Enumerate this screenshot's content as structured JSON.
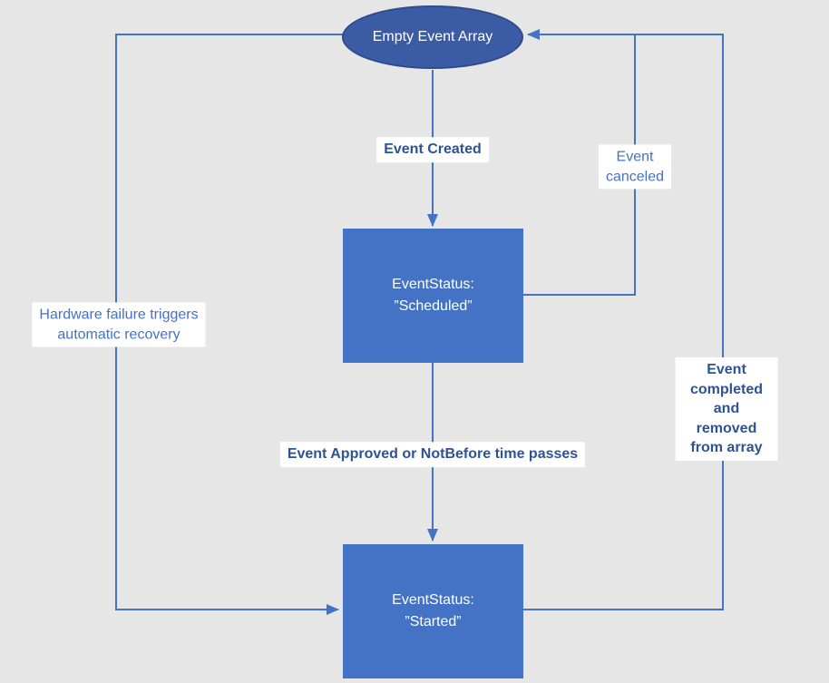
{
  "diagram": {
    "background_color": "#e7e6e6",
    "accent_color": "#4472c4",
    "dark_accent_color": "#2e5395",
    "ellipse_fill_color": "#3b5ba5",
    "ellipse_border_color": "#2f4b8c",
    "connector_color": "#4472c4"
  },
  "nodes": {
    "empty_array": {
      "label": "Empty Event Array"
    },
    "scheduled": {
      "label": "EventStatus:\n”Scheduled”"
    },
    "started": {
      "label": "EventStatus:\n”Started”"
    }
  },
  "edges": {
    "event_created": {
      "label": "Event Created"
    },
    "event_canceled": {
      "label": "Event\ncanceled"
    },
    "hardware_failure": {
      "label": "Hardware failure triggers\nautomatic recovery"
    },
    "event_approved": {
      "label": "Event Approved or NotBefore time passes"
    },
    "event_completed": {
      "label": "Event completed and\nremoved from array"
    }
  }
}
